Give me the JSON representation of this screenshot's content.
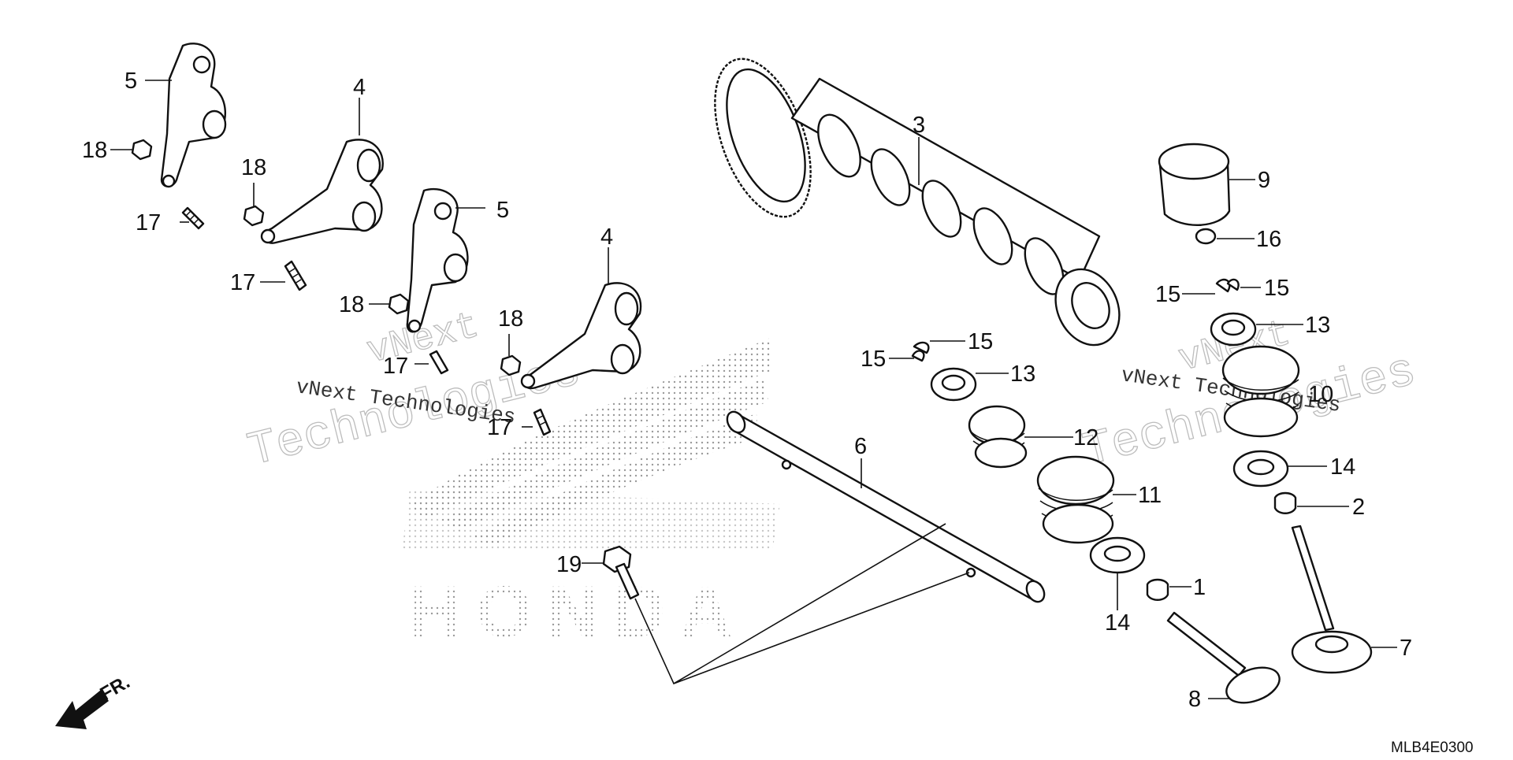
{
  "diagram": {
    "catalog_code": "MLB4E0300",
    "front_marker": "FR.",
    "watermark": {
      "line1": "vNext",
      "line2": "Technologies",
      "inline": "vNext Technologies"
    },
    "background_logo": "HONDA",
    "callouts": [
      {
        "id": "c5a",
        "label": "5"
      },
      {
        "id": "c4a",
        "label": "4"
      },
      {
        "id": "c18a",
        "label": "18"
      },
      {
        "id": "c18b",
        "label": "18"
      },
      {
        "id": "c17a",
        "label": "17"
      },
      {
        "id": "c17b",
        "label": "17"
      },
      {
        "id": "c5b",
        "label": "5"
      },
      {
        "id": "c4b",
        "label": "4"
      },
      {
        "id": "c18c",
        "label": "18"
      },
      {
        "id": "c18d",
        "label": "18"
      },
      {
        "id": "c17c",
        "label": "17"
      },
      {
        "id": "c17d",
        "label": "17"
      },
      {
        "id": "c3",
        "label": "3"
      },
      {
        "id": "c6",
        "label": "6"
      },
      {
        "id": "c19",
        "label": "19"
      },
      {
        "id": "c15a",
        "label": "15"
      },
      {
        "id": "c15b",
        "label": "15"
      },
      {
        "id": "c13a",
        "label": "13"
      },
      {
        "id": "c12",
        "label": "12"
      },
      {
        "id": "c11",
        "label": "11"
      },
      {
        "id": "c14a",
        "label": "14"
      },
      {
        "id": "c1",
        "label": "1"
      },
      {
        "id": "c8",
        "label": "8"
      },
      {
        "id": "c9",
        "label": "9"
      },
      {
        "id": "c16",
        "label": "16"
      },
      {
        "id": "c15c",
        "label": "15"
      },
      {
        "id": "c15d",
        "label": "15"
      },
      {
        "id": "c13b",
        "label": "13"
      },
      {
        "id": "c10",
        "label": "10"
      },
      {
        "id": "c14b",
        "label": "14"
      },
      {
        "id": "c2",
        "label": "2"
      },
      {
        "id": "c7",
        "label": "7"
      }
    ]
  }
}
